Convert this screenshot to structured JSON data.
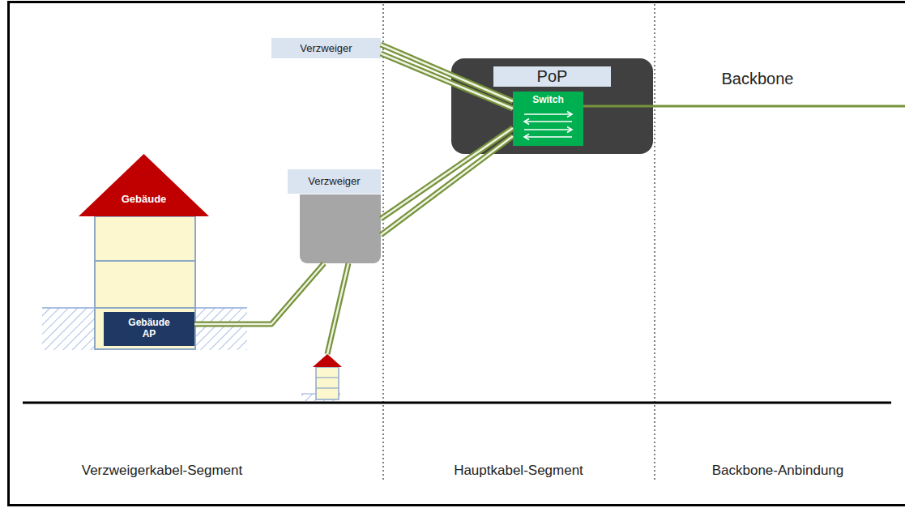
{
  "diagram": {
    "nodes": [
      {
        "text": [
          "Verzweiger"
        ]
      },
      {
        "text": [
          "PoP"
        ]
      },
      {
        "text": [
          "Switch"
        ],
        "in": 1
      },
      {
        "text": [
          "Verzweiger"
        ]
      },
      {
        "text": [
          "Gebäude"
        ]
      },
      {
        "text": [
          "Gebäude AP"
        ],
        "in": 4
      }
    ],
    "edges": [
      {
        "from": 0,
        "to": 2,
        "arrow": "none"
      },
      {
        "from": 5,
        "to": 3,
        "arrow": "none"
      },
      {
        "from": 3,
        "to": 2,
        "arrow": "none"
      }
    ],
    "labels": [
      "Backbone",
      "Verzweigerkabel-Segment",
      "Hauptkabel-Segment",
      "Backbone-Anbindung"
    ]
  }
}
